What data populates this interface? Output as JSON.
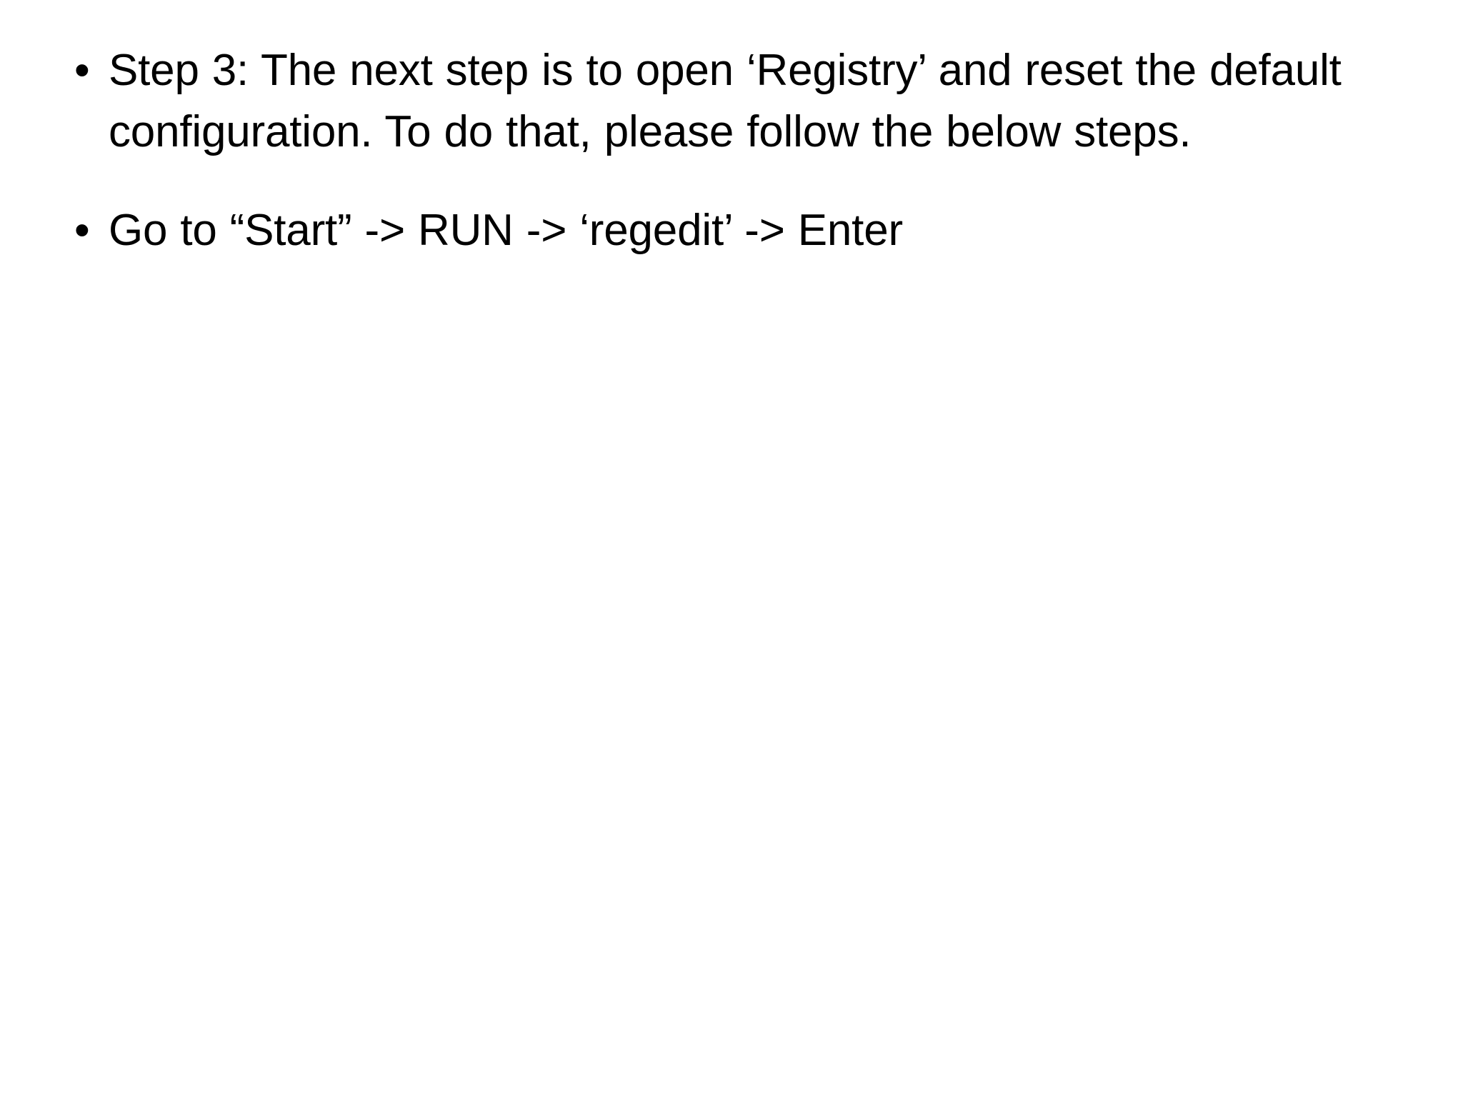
{
  "slide": {
    "background_color": "#ffffff",
    "text_color": "#000000",
    "bullet_glyph": "•",
    "bullets": [
      {
        "id": "step-3-instruction",
        "text": "Step 3: The next step is to open ‘Registry’ and reset the default configuration. To do that, please follow the below steps."
      },
      {
        "id": "regedit-path",
        "text": "Go to “Start” -> RUN -> ‘regedit’ -> Enter"
      }
    ]
  }
}
